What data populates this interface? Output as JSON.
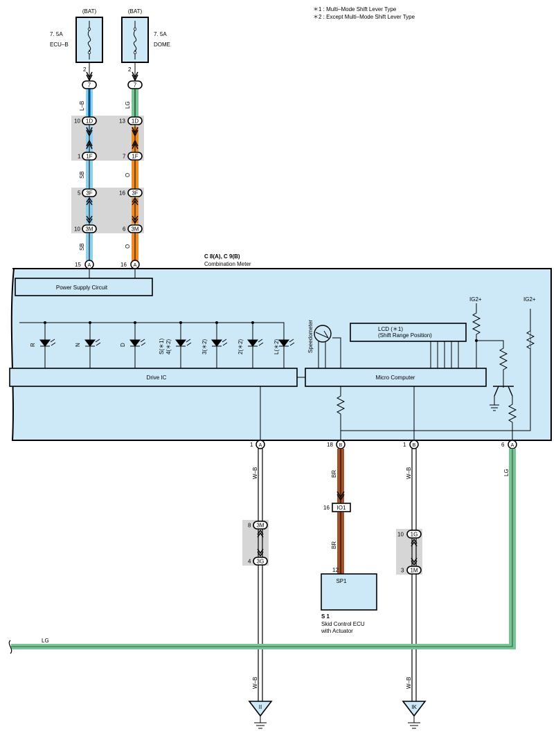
{
  "notes": {
    "note1": "＊1 : Multi–Mode Shift Lever Type",
    "note2": "＊2 : Except Multi–Mode Shift Lever Type"
  },
  "colors": {
    "module_fill": "#cde9f7",
    "connector_band": "#d6d6d6",
    "wire_blue_stripe": "#2aa1e0",
    "wire_lightblue": "#8fd0ef",
    "wire_green": "#77c495",
    "wire_orange": "#f08a22",
    "wire_brown": "#a3512a"
  },
  "fuses": {
    "left": {
      "source": "(BAT)",
      "rating": "7. 5A",
      "name": "ECU–B",
      "pin": "2"
    },
    "right": {
      "source": "(BAT)",
      "rating": "7. 5A",
      "name": "DOME",
      "pin": "2"
    }
  },
  "wires": {
    "lb": "L–B",
    "lg": "LG",
    "sb": "SB",
    "o": "O",
    "wb": "W–B",
    "br": "BR"
  },
  "connectors": {
    "c7": "7",
    "c1d": "1D",
    "c1f": "1F",
    "c3f": "3F",
    "c3m": "3M",
    "c3g": "3G",
    "c1g": "1G",
    "c1m": "1M",
    "io1": "IO1",
    "a": "A",
    "b": "B"
  },
  "pins": {
    "p1": "1",
    "p3": "3",
    "p4": "4",
    "p5": "5",
    "p6": "6",
    "p7": "7",
    "p8": "8",
    "p10": "10",
    "p12": "12",
    "p13": "13",
    "p15": "15",
    "p16": "16",
    "p18": "18"
  },
  "meter": {
    "title_main": "C 8",
    "title_a": "(A)",
    "title_sep": ", C 9",
    "title_b": "(B)",
    "subtitle": "Combination Meter",
    "power_supply": "Power Supply Circuit",
    "drive_ic": "Drive IC",
    "micro_computer": "Micro Computer",
    "lcd_line1": "LCD (＊1)",
    "lcd_line2": "(Shift Range Position)",
    "ig2_left": "IG2+",
    "ig2_right": "IG2+",
    "speedometer": "Speedometer",
    "indicators": {
      "r": "R",
      "n": "N",
      "d": "D",
      "s_line1": "S(＊1)",
      "s_line2": "4(＊2)",
      "three": "3(＊2)",
      "two": "2(＊2)",
      "l": "L(＊2)"
    }
  },
  "sp1": {
    "box_label": "SP1",
    "code": "S 1",
    "name1": "Skid Control ECU",
    "name2": "with Actuator"
  },
  "grounds": {
    "left": "II",
    "right": "IK"
  }
}
